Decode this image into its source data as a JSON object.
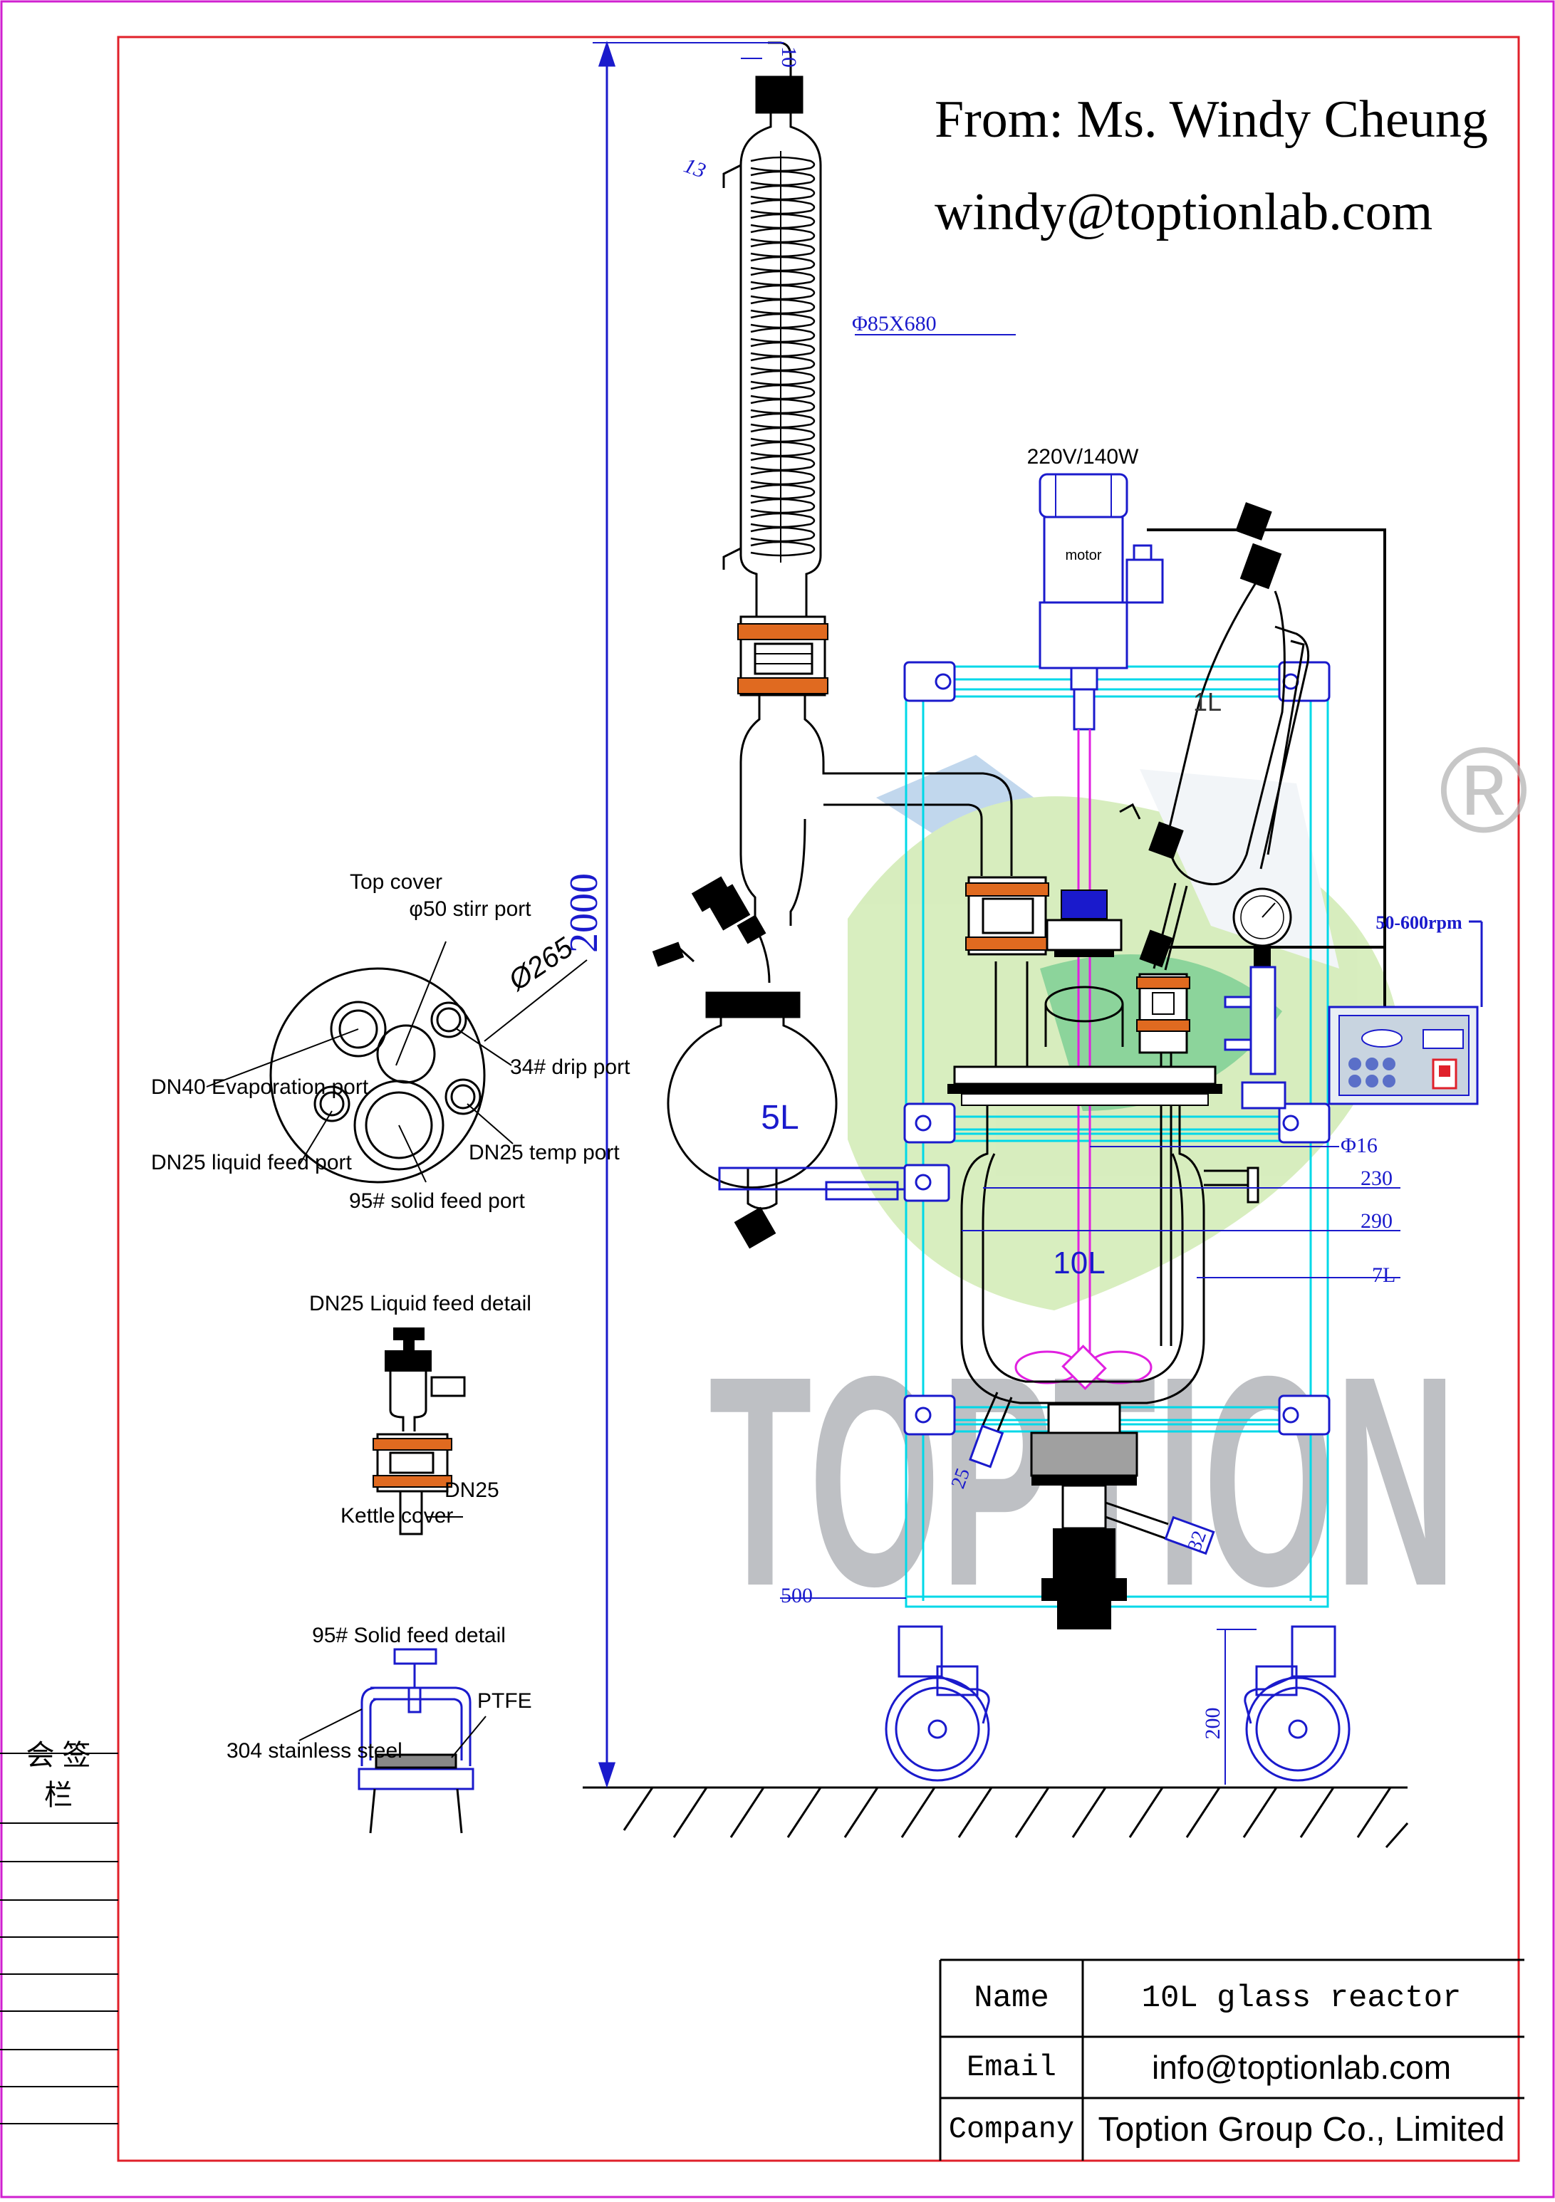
{
  "header": {
    "from_line": "From: Ms. Windy Cheung",
    "email_line": "windy@toptionlab.com"
  },
  "watermark": {
    "brand": "TOPTION",
    "registered_symbol": "®"
  },
  "condenser": {
    "spec": "Φ85X680",
    "top_port": "10",
    "side_port": "13"
  },
  "motor": {
    "power": "220V/140W",
    "label": "motor"
  },
  "controller": {
    "speed_range": "50-600rpm"
  },
  "vessels": {
    "separatory_funnel": "1L",
    "receiving_flask": "5L",
    "reactor": "10L"
  },
  "dimensions": {
    "total_height": "2000",
    "shaft": "Φ16",
    "inner_diameter": "230",
    "outer_diameter": "290",
    "baffle": "7L",
    "outlet_left": "25",
    "outlet_right": "32",
    "frame_width": "500",
    "wheel_height": "200"
  },
  "top_cover": {
    "title": "Top cover",
    "diameter": "Ø265",
    "ports": {
      "stirr": "φ50 stirr port",
      "drip": "34# drip port",
      "evaporation": "DN40 Evaporation port",
      "temp": "DN25 temp port",
      "liquid_feed": "DN25 liquid feed port",
      "solid_feed": "95# solid feed port"
    }
  },
  "liquid_detail": {
    "title": "DN25 Liquid feed detail",
    "size": "DN25",
    "kettle": "Kettle cover"
  },
  "solid_detail": {
    "title": "95# Solid feed detail",
    "ptfe": "PTFE",
    "steel": "304 stainless steel"
  },
  "side_stamp": {
    "line1": "会 签",
    "line2": "栏"
  },
  "title_block": {
    "name_label": "Name",
    "name_value": "10L glass reactor",
    "email_label": "Email",
    "email_value": "info@toptionlab.com",
    "company_label": "Company",
    "company_value": "Toption Group Co., Limited"
  },
  "colors": {
    "border": "#e0202a",
    "dimension": "#1a1acc",
    "frame": "#00d8e8",
    "flange": "#e06a20",
    "stirrer": "#e020e0"
  }
}
